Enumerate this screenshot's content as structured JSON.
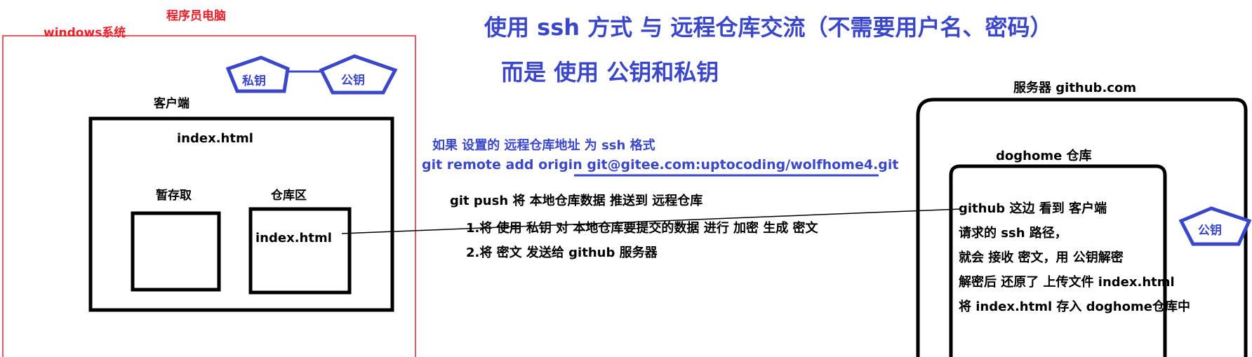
{
  "labels": {
    "programmer_pc": "程序员电脑",
    "windows_system": "windows系统",
    "client": "客户端",
    "client_file": "index.html",
    "staging": "暂存取",
    "repo_area": "仓库区",
    "repo_file": "index.html",
    "private_key": "私钥",
    "public_key": "公钥",
    "server_public_key": "公钥",
    "server": "服务器 github.com",
    "server_repo": "doghome 仓库"
  },
  "title": {
    "line1": "使用 ssh 方式 与 远程仓库交流（不需要用户名、密码）",
    "line2": "而是 使用 公钥和私钥"
  },
  "notes": {
    "ssh_hint": "如果 设置的 远程仓库地址 为 ssh 格式",
    "remote_cmd_prefix": "git remote add origin ",
    "remote_cmd_url": "git@gitee.com:uptocoding/wolfhome4.git",
    "push_line": "git push   将 本地仓库数据 推送到 远程仓库",
    "step1": "1.将 使用 私钥 对 本地仓库要提交的数据 进行 加密 生成 密文",
    "step2": "2.将 密文 发送给 github 服务器"
  },
  "server_text": [
    "github 这边 看到 客户端",
    "请求的 ssh 路径，",
    "就会 接收 密文，用 公钥解密",
    "解密后 还原了 上传文件 index.html",
    "将 index.html 存入 doghome仓库中"
  ],
  "colors": {
    "red": "#e8202a",
    "blue": "#3a47c8",
    "black": "#000000"
  }
}
